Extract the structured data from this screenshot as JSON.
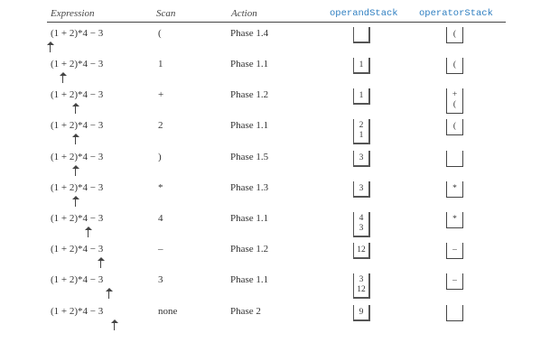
{
  "headers": {
    "expression": "Expression",
    "scan": "Scan",
    "action": "Action",
    "operand_stack": "operandStack",
    "operator_stack": "operatorStack"
  },
  "rows": [
    {
      "expression": "(1 + 2)*4 − 3",
      "scan": "(",
      "action": "Phase 1.4",
      "operands": [],
      "operators": [
        "("
      ],
      "pointer_index": 0
    },
    {
      "expression": "(1 + 2)*4 − 3",
      "scan": "1",
      "action": "Phase 1.1",
      "operands": [
        "1"
      ],
      "operators": [
        "("
      ],
      "pointer_index": 1
    },
    {
      "expression": "(1 + 2)*4 − 3",
      "scan": "+",
      "action": "Phase 1.2",
      "operands": [
        "1"
      ],
      "operators": [
        "+",
        "("
      ],
      "pointer_index": 2
    },
    {
      "expression": "(1 + 2)*4 − 3",
      "scan": "2",
      "action": "Phase 1.1",
      "operands": [
        "2",
        "1"
      ],
      "operators": [
        "("
      ],
      "pointer_index": 3
    },
    {
      "expression": "(1 + 2)*4 − 3",
      "scan": ")",
      "action": "Phase 1.5",
      "operands": [
        "3"
      ],
      "operators": [],
      "pointer_index": 4
    },
    {
      "expression": "(1 + 2)*4 − 3",
      "scan": "*",
      "action": "Phase 1.3",
      "operands": [
        "3"
      ],
      "operators": [
        "*"
      ],
      "pointer_index": 5
    },
    {
      "expression": "(1 + 2)*4 − 3",
      "scan": "4",
      "action": "Phase 1.1",
      "operands": [
        "4",
        "3"
      ],
      "operators": [
        "*"
      ],
      "pointer_index": 6
    },
    {
      "expression": "(1 + 2)*4 − 3",
      "scan": "–",
      "action": "Phase 1.2",
      "operands": [
        "12"
      ],
      "operators": [
        "–"
      ],
      "pointer_index": 7
    },
    {
      "expression": "(1 + 2)*4 − 3",
      "scan": "3",
      "action": "Phase 1.1",
      "operands": [
        "3",
        "12"
      ],
      "operators": [
        "–"
      ],
      "pointer_index": 8
    },
    {
      "expression": "(1 + 2)*4 − 3",
      "scan": "none",
      "action": "Phase 2",
      "operands": [
        "9"
      ],
      "operators": [],
      "pointer_index": 9
    }
  ]
}
